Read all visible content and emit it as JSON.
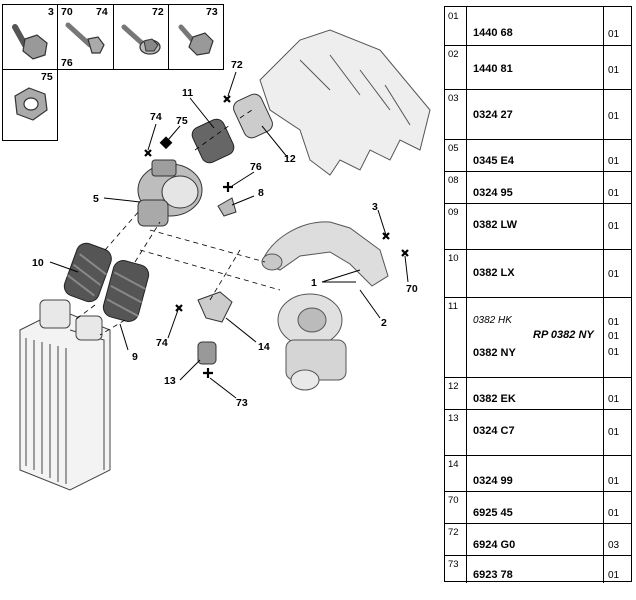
{
  "fastener_boxes": [
    {
      "labels": [
        "3"
      ]
    },
    {
      "labels": [
        "70",
        "74",
        "76"
      ]
    },
    {
      "labels": [
        "72"
      ]
    },
    {
      "labels": [
        "73"
      ]
    },
    {
      "labels": [
        "75"
      ]
    }
  ],
  "callouts": [
    "72",
    "11",
    "75",
    "74",
    "76",
    "8",
    "12",
    "5",
    "3",
    "10",
    "70",
    "1",
    "2",
    "9",
    "74",
    "14",
    "13",
    "73"
  ],
  "parts_table": [
    {
      "idx": "01",
      "ref": "1440 68",
      "qty": [
        "01"
      ]
    },
    {
      "idx": "02",
      "ref": "1440 81",
      "qty": [
        "01"
      ]
    },
    {
      "idx": "03",
      "ref": "0324 27",
      "qty": [
        "01"
      ]
    },
    {
      "idx": "05",
      "ref": "0345 E4",
      "qty": [
        "01"
      ]
    },
    {
      "idx": "08",
      "ref": "0324 95",
      "qty": [
        "01"
      ]
    },
    {
      "idx": "09",
      "ref": "0382 LW",
      "qty": [
        "01"
      ]
    },
    {
      "idx": "10",
      "ref": "0382 LX",
      "qty": [
        "01"
      ]
    },
    {
      "idx": "11",
      "alt": "0382 HK",
      "rp": "RP 0382 NY",
      "ref": "0382 NY",
      "qty": [
        "01",
        "01",
        "01"
      ]
    },
    {
      "idx": "12",
      "ref": "0382 EK",
      "qty": [
        "01"
      ]
    },
    {
      "idx": "13",
      "ref": "0324 C7",
      "qty": [
        "01"
      ]
    },
    {
      "idx": "14",
      "ref": "0324 99",
      "qty": [
        "01"
      ]
    },
    {
      "idx": "70",
      "ref": "6925 45",
      "qty": [
        "01"
      ]
    },
    {
      "idx": "72",
      "ref": "6924 G0",
      "qty": [
        "03"
      ]
    },
    {
      "idx": "73",
      "ref": "6923 78",
      "qty": [
        "01"
      ]
    }
  ]
}
